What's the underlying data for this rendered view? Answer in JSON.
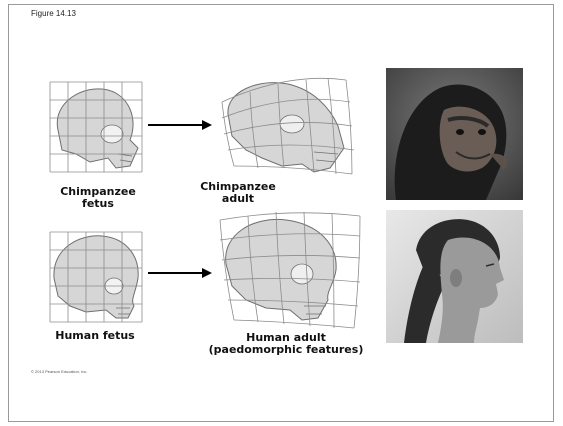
{
  "figure_label": "Figure 14.13",
  "copyright": "© 2013 Pearson Education, Inc.",
  "labels": {
    "chimp_fetus_line1": "Chimpanzee",
    "chimp_fetus_line2": "fetus",
    "chimp_adult_line1": "Chimpanzee",
    "chimp_adult_line2": "adult",
    "human_fetus": "Human fetus",
    "human_adult_line1": "Human adult",
    "human_adult_line2": "(paedomorphic features)"
  },
  "colors": {
    "skull_fill": "#d6d6d6",
    "skull_stroke": "#6f6f6f",
    "grid_stroke": "#8c8c8c",
    "arrow": "#000000"
  }
}
